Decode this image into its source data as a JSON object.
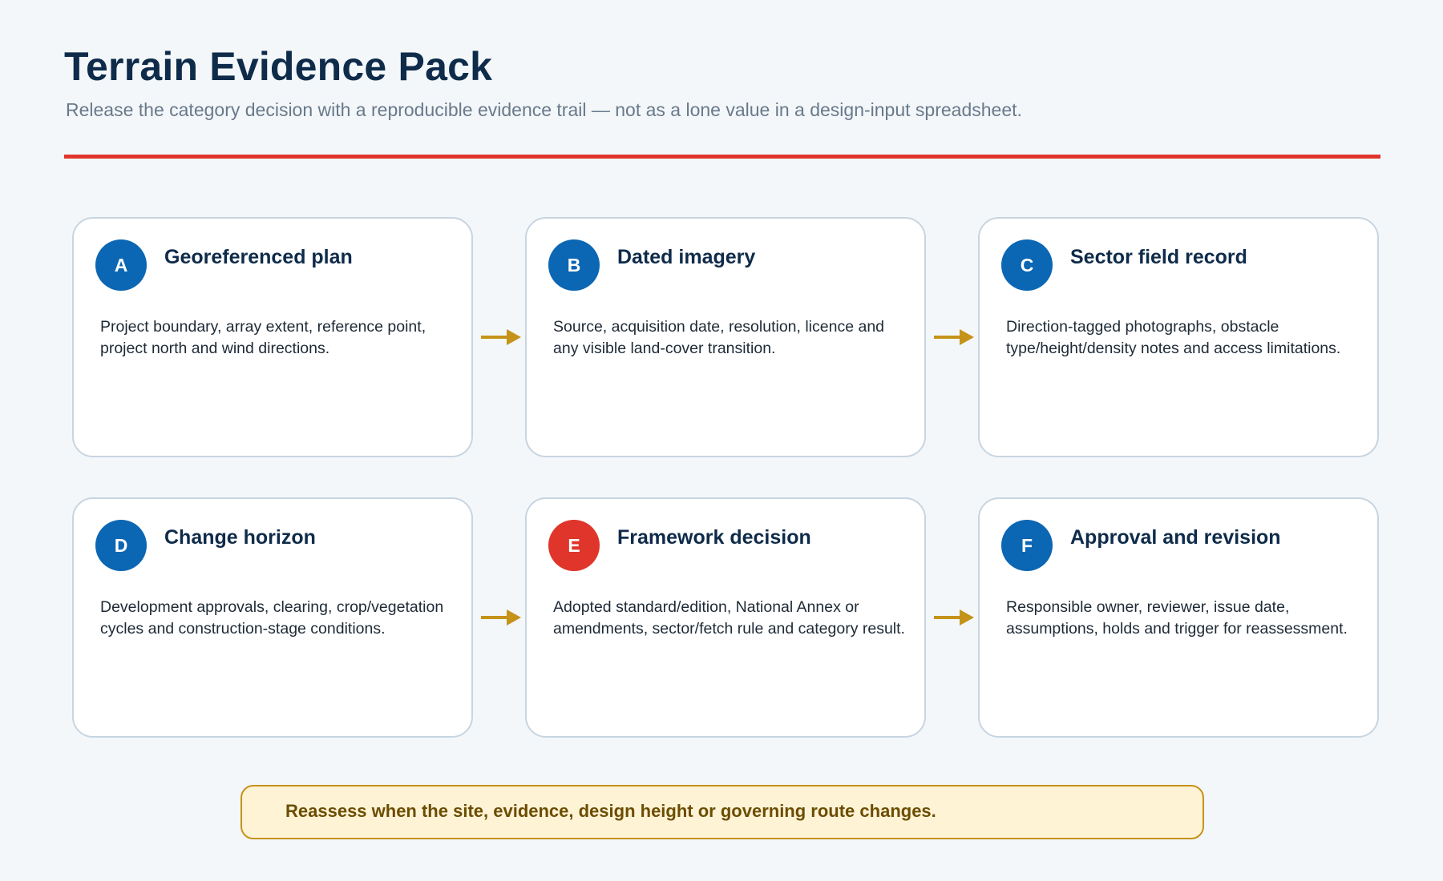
{
  "header": {
    "title": "Terrain Evidence Pack",
    "subtitle": "Release the category decision with a reproducible evidence trail — not as a lone value in a design-input spreadsheet."
  },
  "colors": {
    "primary": "#0b66b3",
    "accent": "#e0352b",
    "arrow": "#c5931a",
    "callout_bg": "#fff3d6"
  },
  "cards": [
    {
      "letter": "A",
      "title": "Georeferenced plan",
      "body": "Project boundary, array extent, reference point, project north and wind directions."
    },
    {
      "letter": "B",
      "title": "Dated imagery",
      "body": "Source, acquisition date, resolution, licence and any visible land-cover transition."
    },
    {
      "letter": "C",
      "title": "Sector field record",
      "body": "Direction-tagged photographs, obstacle type/height/density notes and access limitations."
    },
    {
      "letter": "D",
      "title": "Change horizon",
      "body": "Development approvals, clearing, crop/vegetation cycles and construction-stage conditions."
    },
    {
      "letter": "E",
      "title": "Framework decision",
      "body": "Adopted standard/edition, National Annex or amendments, sector/fetch rule and category result."
    },
    {
      "letter": "F",
      "title": "Approval and revision",
      "body": "Responsible owner, reviewer, issue date, assumptions, holds and trigger for reassessment."
    }
  ],
  "callout": {
    "text": "Reassess when the site, evidence, design height or governing route changes."
  }
}
